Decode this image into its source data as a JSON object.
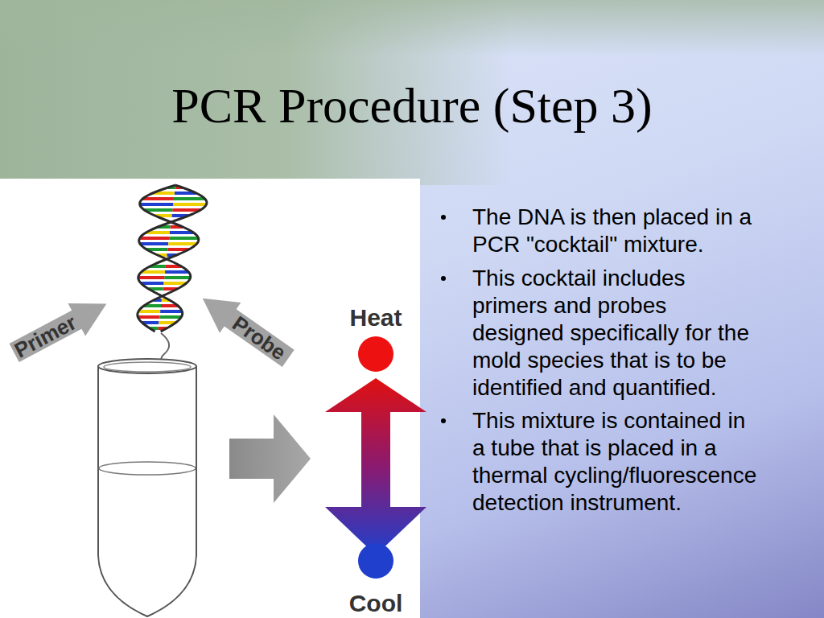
{
  "diagram": {
    "title": "PCR Procedure (Step 3)",
    "nodes": [
      {
        "text": [
          "Primer"
        ]
      },
      {
        "text": [
          "Probe"
        ]
      }
    ],
    "labels": [
      "The DNA is then placed in a PCR \"cocktail\" mixture.",
      "This cocktail includes primers and probes designed specifically for the mold species that is to be identified and quantified.",
      "This mixture is contained in a tube that is placed in a thermal cycling/fluorescence detection instrument.",
      "Heat",
      "Cool"
    ]
  }
}
